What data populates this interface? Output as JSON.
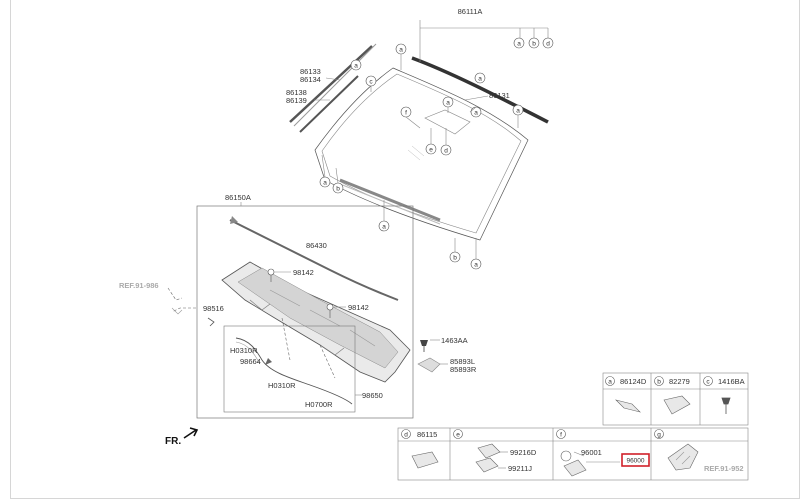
{
  "labels": {
    "windshield": "86111A",
    "moulding_upper_1": "86133",
    "moulding_upper_2": "86134",
    "moulding_side_1": "86138",
    "moulding_side_2": "86139",
    "top_moulding": "86131",
    "cowl_assy": "86150A",
    "cowl_cover": "86430",
    "clip_a": "98142",
    "clip_b": "98142",
    "hose": "98516",
    "screw": "1463AA",
    "bracket_1": "85893L",
    "bracket_2": "85893R",
    "hose_1": "H0310R",
    "nozzle": "98664",
    "hose_2": "H0310R",
    "hose_3": "H0700R",
    "hose_assy": "98650",
    "ref_1": "REF.91-986",
    "ref_2": "REF.91-952",
    "front": "FR."
  },
  "legend": {
    "row1": [
      {
        "letter": "a",
        "part": "86124D"
      },
      {
        "letter": "b",
        "part": "82279"
      },
      {
        "letter": "c",
        "part": "1416BA"
      }
    ],
    "row2": [
      {
        "letter": "d",
        "part": "86115"
      },
      {
        "letter": "e",
        "parts": [
          "99216D",
          "99211J"
        ]
      },
      {
        "letter": "f",
        "parts": [
          "96001",
          "96000"
        ]
      },
      {
        "letter": "g",
        "parts": []
      }
    ]
  },
  "callouts": [
    "a",
    "b",
    "c",
    "d",
    "e",
    "f",
    "g"
  ],
  "colors": {
    "highlight_box": "#d0212a",
    "reference_text": "#aaaaaa"
  }
}
